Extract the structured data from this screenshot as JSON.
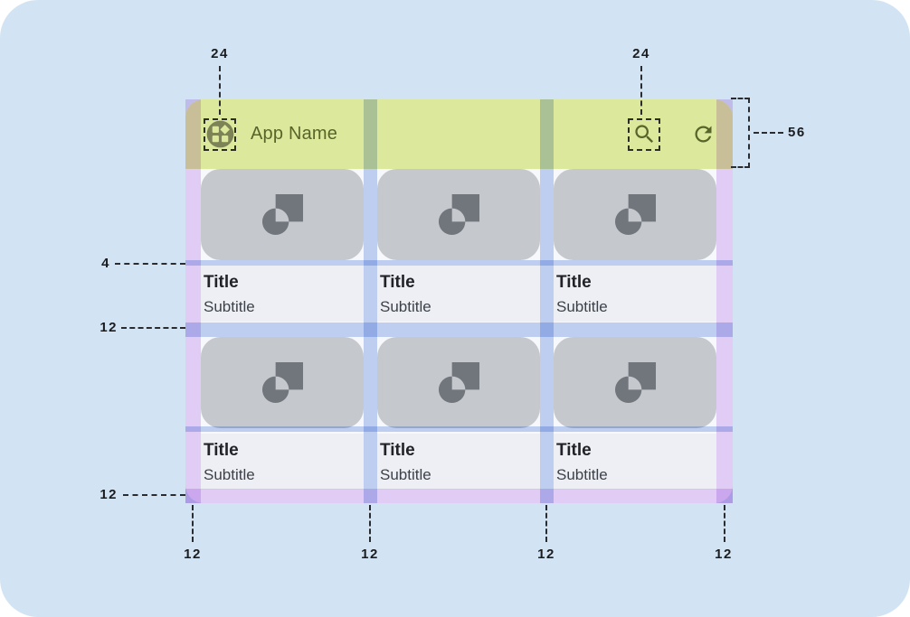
{
  "appbar": {
    "title": "App Name",
    "icons": {
      "app": "app-launcher-icon",
      "search": "search-icon",
      "refresh": "refresh-icon"
    }
  },
  "cards": [
    {
      "title": "Title",
      "subtitle": "Subtitle"
    },
    {
      "title": "Title",
      "subtitle": "Subtitle"
    },
    {
      "title": "Title",
      "subtitle": "Subtitle"
    },
    {
      "title": "Title",
      "subtitle": "Subtitle"
    },
    {
      "title": "Title",
      "subtitle": "Subtitle"
    },
    {
      "title": "Title",
      "subtitle": "Subtitle"
    }
  ],
  "annotations": {
    "app_icon_size": "24",
    "search_icon_size": "24",
    "appbar_height": "56",
    "image_text_gap": "4",
    "row_spacing": "12",
    "bottom_margin": "12",
    "column_measures": [
      "12",
      "12",
      "12",
      "12"
    ]
  },
  "colors": {
    "page_bg": "#d2e4f3",
    "appbar_bg": "#dce89c",
    "appbar_fg": "#57642a",
    "margin_overlay": "#e8d2f8",
    "gutter_overlay": "#c4d4f4",
    "card_image_bg": "#c5c8cd",
    "card_icon": "#71757c",
    "card_text_bg": "#edeff4",
    "title_color": "#212329",
    "subtitle_color": "#3d4249"
  }
}
